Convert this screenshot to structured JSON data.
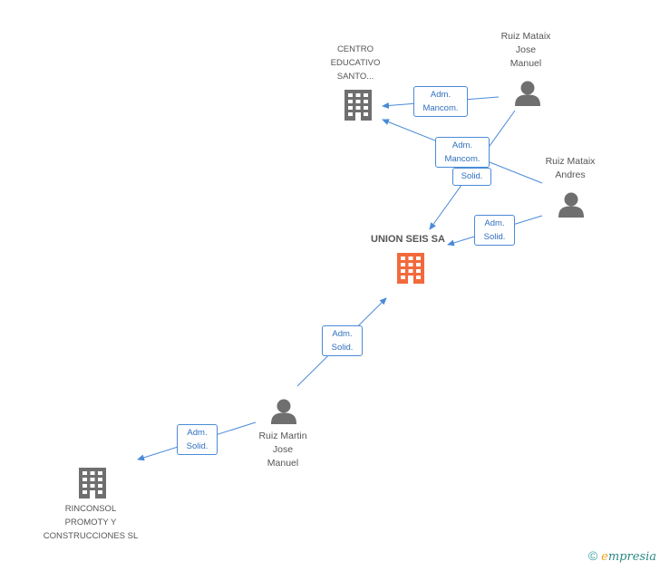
{
  "colors": {
    "edge": "#4a8ad8",
    "person": "#6f6f6f",
    "company": "#6f6f6f",
    "focus_company": "#f26a3c"
  },
  "nodes": {
    "union_seis": {
      "label": "UNION SEIS SA",
      "icon": "building-icon"
    },
    "centro": {
      "label": "CENTRO\nEDUCATIVO\nSANTO...",
      "icon": "building-icon"
    },
    "rinconsol": {
      "label": "RINCONSOL\nPROMOTY Y\nCONSTRUCCIONES SL",
      "icon": "building-icon"
    },
    "jose_manuel_mataix": {
      "label": "Ruiz Mataix\nJose\nManuel",
      "icon": "person-icon"
    },
    "andres": {
      "label": "Ruiz Mataix\nAndres",
      "icon": "person-icon"
    },
    "martin": {
      "label": "Ruiz Martin\nJose\nManuel",
      "icon": "person-icon"
    }
  },
  "edges": [
    {
      "id": "e1",
      "line1": "Adm.",
      "line2": "Mancom."
    },
    {
      "id": "e2",
      "line1": "Adm.",
      "line2": "Mancom."
    },
    {
      "id": "e3",
      "line1": "Solid.",
      "line2": ""
    },
    {
      "id": "e4",
      "line1": "Adm.",
      "line2": "Solid."
    },
    {
      "id": "e5",
      "line1": "Adm.",
      "line2": "Solid."
    },
    {
      "id": "e6",
      "line1": "Adm.",
      "line2": "Solid."
    }
  ],
  "footer": {
    "copyright": "©",
    "brand_first": "e",
    "brand_rest": "mpresia"
  }
}
